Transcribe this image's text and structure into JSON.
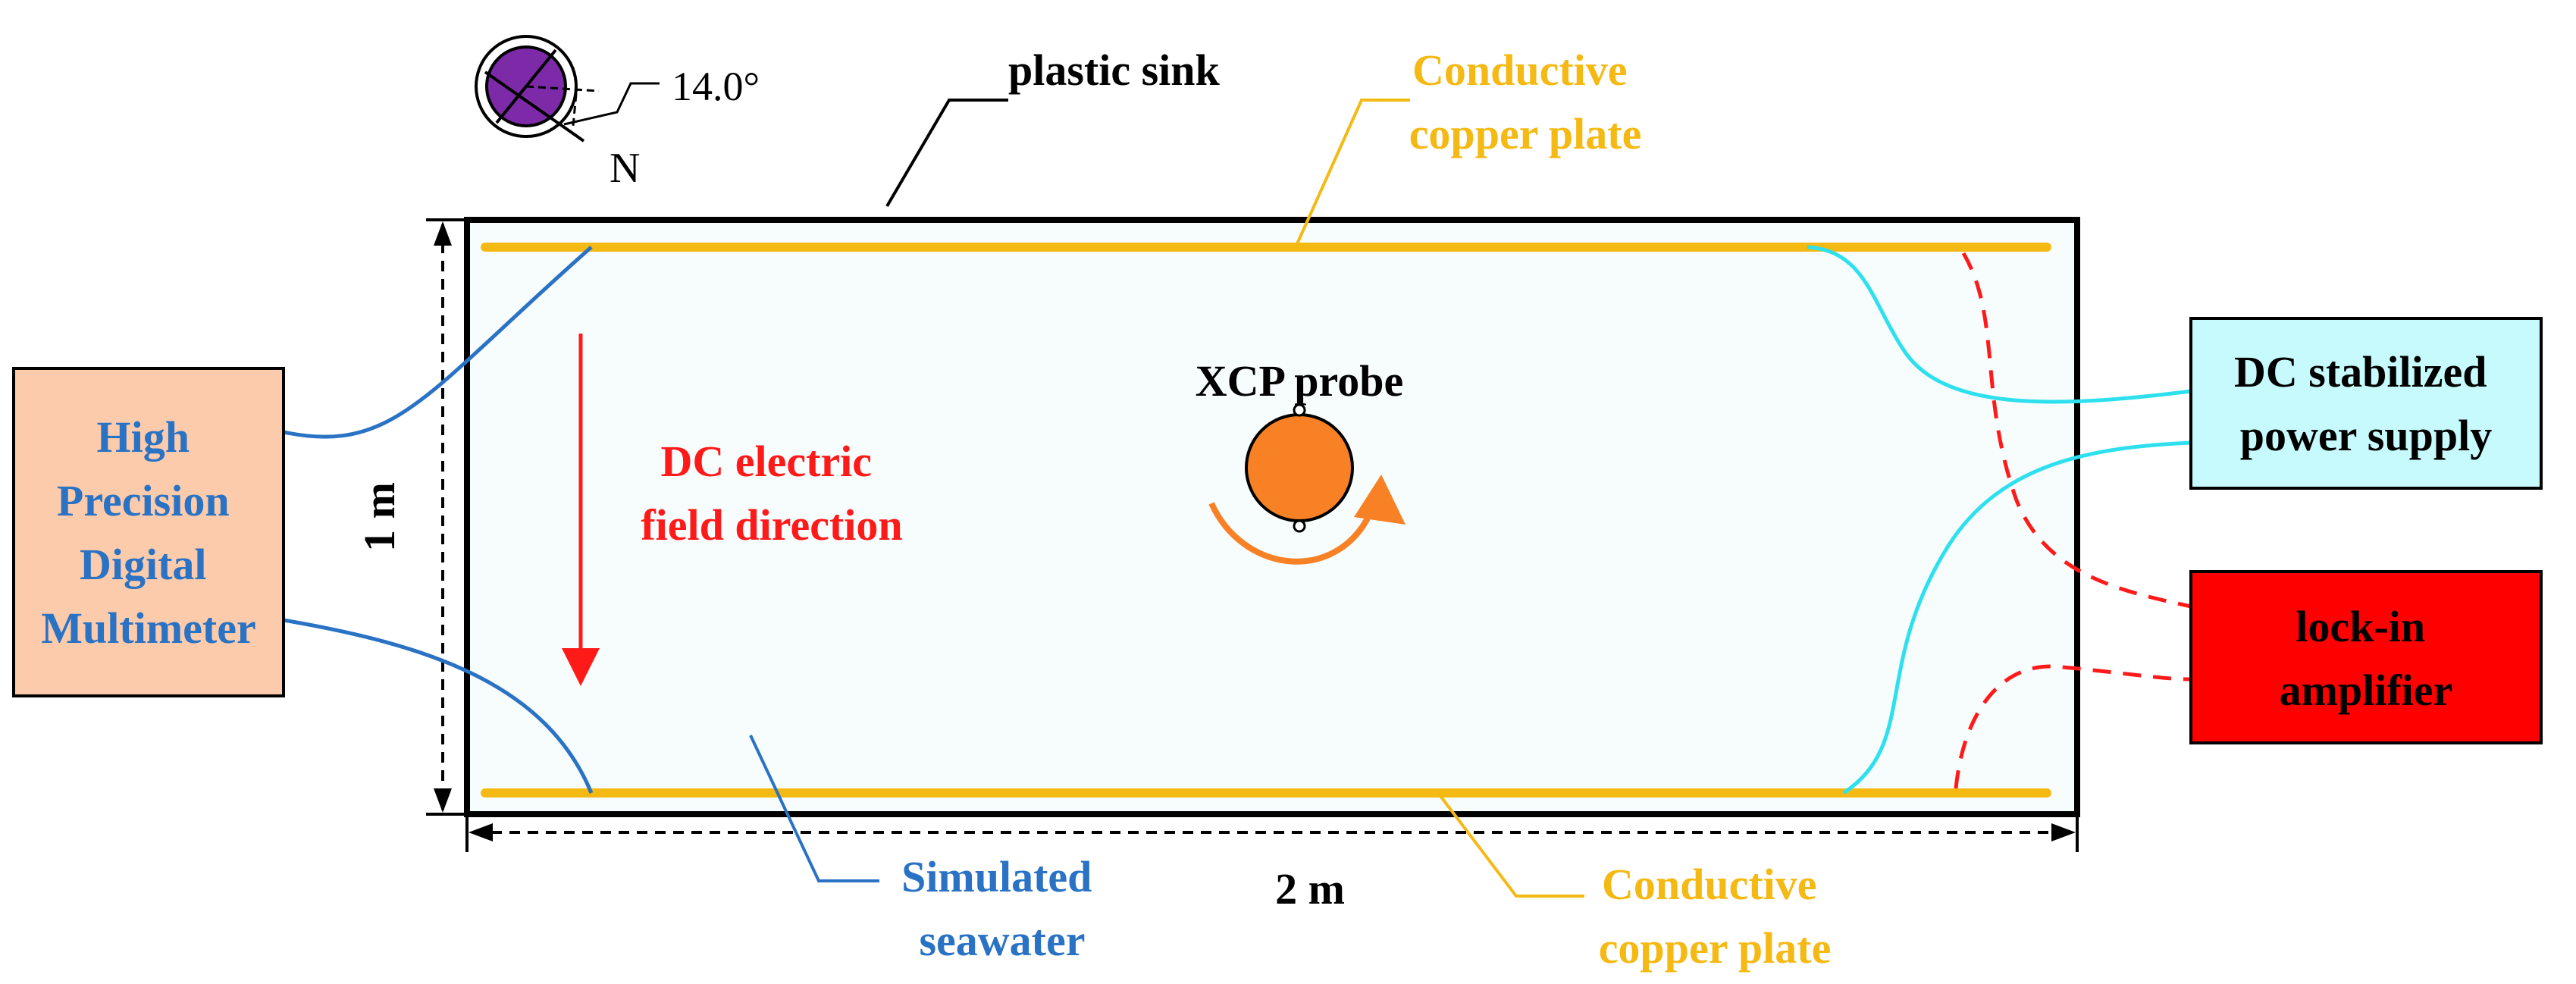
{
  "labels": {
    "plastic_sink": "plastic sink",
    "copper_plate_top_1": "Conductive",
    "copper_plate_top_2": "copper plate",
    "copper_plate_bottom_1": "Conductive",
    "copper_plate_bottom_2": "copper plate",
    "probe": "XCP probe",
    "field_line1": "DC electric",
    "field_line2": "field direction",
    "height": "1 m",
    "width": "2 m",
    "seawater_1": "Simulated",
    "seawater_2": "seawater",
    "angle": "14.0°",
    "north": "N"
  },
  "devices": {
    "multimeter": [
      "High",
      "Precision",
      "Digital",
      "Multimeter"
    ],
    "power_supply": [
      "DC stabilized",
      "power supply"
    ],
    "lockin": [
      "lock-in",
      "amplifier"
    ]
  },
  "colors": {
    "copper": "#f5b914",
    "blue_wire": "#2a72c4",
    "cyan_wire": "#2ee0ee",
    "red": "#ff1a1a",
    "probe": "#f88125",
    "compass": "#7d2aa8",
    "multimeter_fill": "#fbcbab",
    "power_fill": "#c6fafc",
    "lockin_fill": "#ff0000",
    "sink_fill": "#f7fcfd"
  }
}
